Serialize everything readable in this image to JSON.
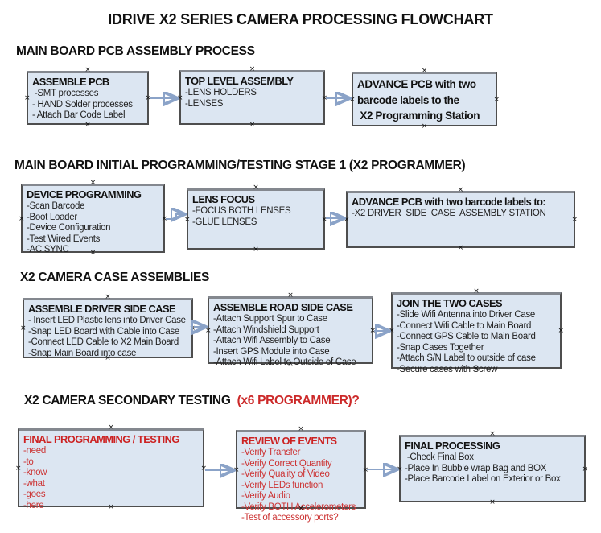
{
  "title": "IDRIVE X2  SERIES CAMERA PROCESSING FLOWCHART",
  "colors": {
    "box_fill": "#dce6f2",
    "box_border": "#4e4e4e",
    "arrow_line": "#8ba3c8",
    "arrow_head": "#4568a8",
    "red_text": "#cc2929",
    "text": "#1a1a1a"
  },
  "sections": [
    {
      "heading": "MAIN BOARD PCB ASSEMBLY PROCESS",
      "boxes": [
        {
          "title": "ASSEMBLE PCB",
          "items": [
            " -SMT processes",
            "- HAND Solder processes",
            "- Attach Bar Code Label"
          ]
        },
        {
          "title": "TOP LEVEL ASSEMBLY",
          "items": [
            "-LENS HOLDERS",
            "-LENSES"
          ]
        },
        {
          "title": "ADVANCE PCB with two",
          "items": [
            "barcode labels to the",
            " X2 Programming Station"
          ]
        }
      ]
    },
    {
      "heading": "MAIN BOARD INITIAL PROGRAMMING/TESTING STAGE 1 (X2 PROGRAMMER)",
      "boxes": [
        {
          "title": "DEVICE PROGRAMMING",
          "items": [
            "-Scan Barcode",
            "-Boot Loader",
            "-Device Configuration",
            "-Test Wired Events",
            "-AC SYNC"
          ]
        },
        {
          "title": "LENS FOCUS",
          "items": [
            "-FOCUS BOTH LENSES",
            "-GLUE LENSES"
          ]
        },
        {
          "title": "ADVANCE PCB with two barcode labels to:",
          "items": [
            "-X2 DRIVER  SIDE  CASE  ASSEMBLY STATION"
          ]
        }
      ]
    },
    {
      "heading": "X2 CAMERA CASE ASSEMBLIES",
      "boxes": [
        {
          "title": "ASSEMBLE DRIVER SIDE CASE",
          "items": [
            "- Insert LED Plastic lens into Driver Case",
            "-Snap LED Board with Cable into Case",
            "-Connect LED Cable to X2 Main Board",
            "-Snap Main Board into case"
          ]
        },
        {
          "title": "ASSEMBLE ROAD SIDE CASE",
          "items": [
            "-Attach Support Spur to Case",
            "-Attach Windshield Support",
            "-Attach Wifi Assembly to Case",
            "-Insert GPS Module into Case",
            "-Attach Wifi Label to Outside of Case"
          ]
        },
        {
          "title": "JOIN THE TWO CASES",
          "items": [
            "-Slide Wifi Antenna into Driver Case",
            "-Connect Wifi Cable to Main Board",
            "-Connect GPS Cable to Main Board",
            "-Snap Cases Together",
            "-Attach S/N Label to outside of case",
            "-Secure cases with Screw"
          ]
        }
      ]
    },
    {
      "heading": "X2 CAMERA SECONDARY TESTING  ",
      "heading_suffix": "(x6 PROGRAMMER)?",
      "boxes": [
        {
          "title": "FINAL PROGRAMMING / TESTING",
          "items": [
            "-need",
            "-to",
            "-know",
            "-what",
            "-goes",
            "-here"
          ]
        },
        {
          "title": "REVIEW OF EVENTS",
          "items": [
            "-Verify Transfer",
            "-Verify Correct Quantity",
            "-Verify Quality of Video",
            "-Verify LEDs function",
            "-Verify Audio",
            "-Verify BOTH Accelerometers",
            "-Test of accessory ports?"
          ]
        },
        {
          "title": "FINAL PROCESSING",
          "items": [
            " -Check Final Box",
            "-Place In Bubble wrap Bag and BOX",
            "-Place Barcode Label on Exterior or Box"
          ]
        }
      ]
    }
  ]
}
